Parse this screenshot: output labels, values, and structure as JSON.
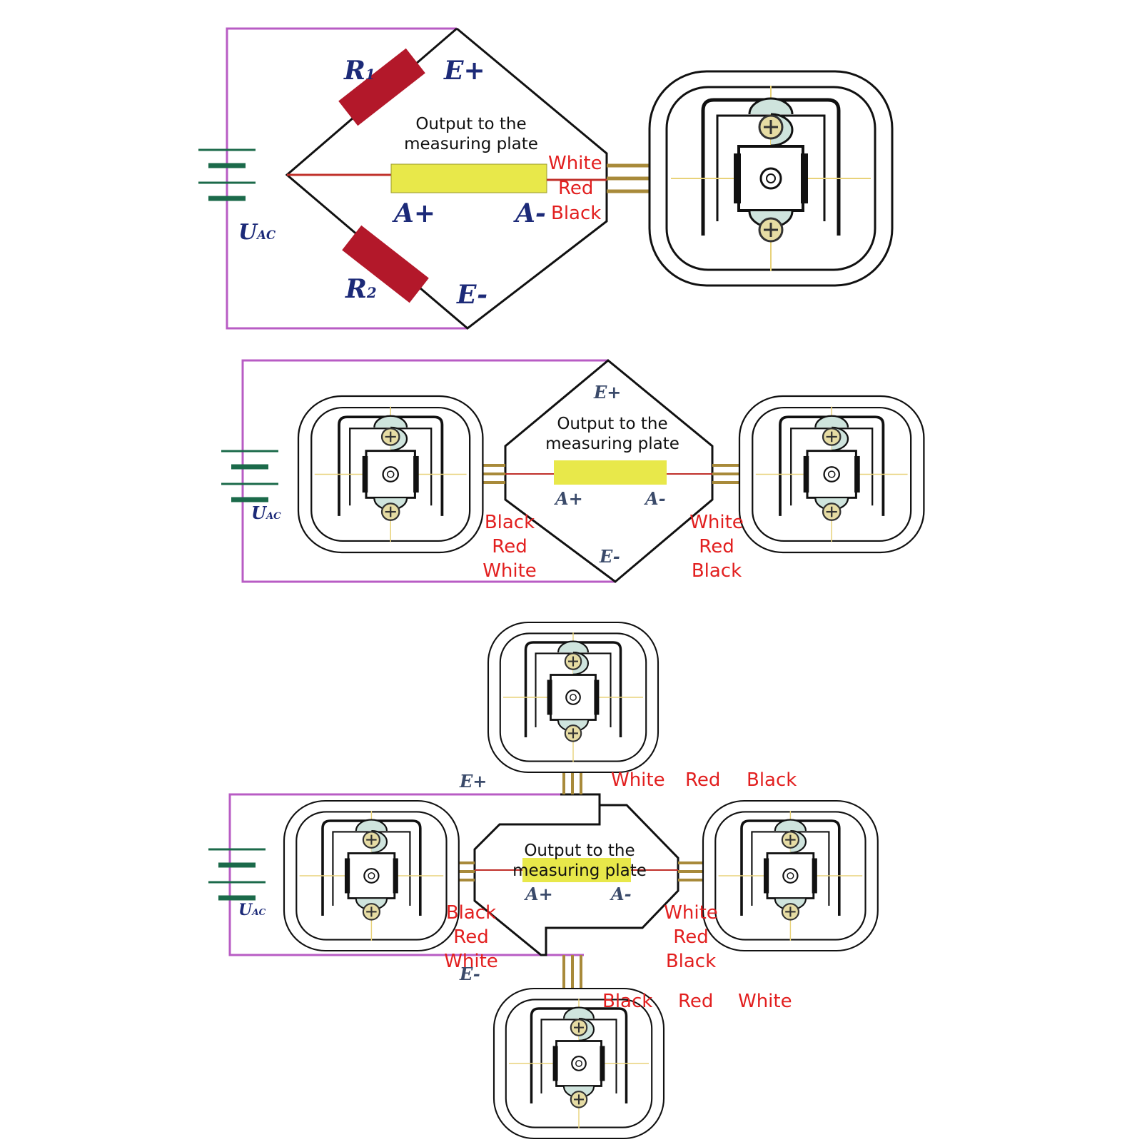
{
  "diagram1": {
    "r1": "R1",
    "r2": "R2",
    "e_plus": "E+",
    "e_minus": "E-",
    "a_plus": "A+",
    "a_minus": "A-",
    "uac": "UAC",
    "output_line1": "Output to the",
    "output_line2": "measuring plate",
    "wires": [
      "White",
      "Red",
      "Black"
    ]
  },
  "diagram2": {
    "e_plus": "E+",
    "e_minus": "E-",
    "a_plus": "A+",
    "a_minus": "A-",
    "uac": "UAC",
    "output_line1": "Output to the",
    "output_line2": "measuring plate",
    "left_wires": [
      "Black",
      "Red",
      "White"
    ],
    "right_wires": [
      "White",
      "Red",
      "Black"
    ]
  },
  "diagram3": {
    "e_plus": "E+",
    "e_minus": "E-",
    "a_plus": "A+",
    "a_minus": "A-",
    "uac": "UAC",
    "output_line1": "Output to the",
    "output_line2": "measuring plate",
    "top_wires": [
      "White",
      "Red",
      "Black"
    ],
    "left_wires": [
      "Black",
      "Red",
      "White"
    ],
    "right_wires": [
      "White",
      "Red",
      "Black"
    ],
    "bottom_wires": [
      "Black",
      "Red",
      "White"
    ]
  },
  "colors": {
    "wire_label": "#e21f1f",
    "purple_wire": "#b85cc4",
    "resistor": "#b3182a",
    "output_plate": "#e8e84a",
    "battery": "#1b6a4a"
  }
}
